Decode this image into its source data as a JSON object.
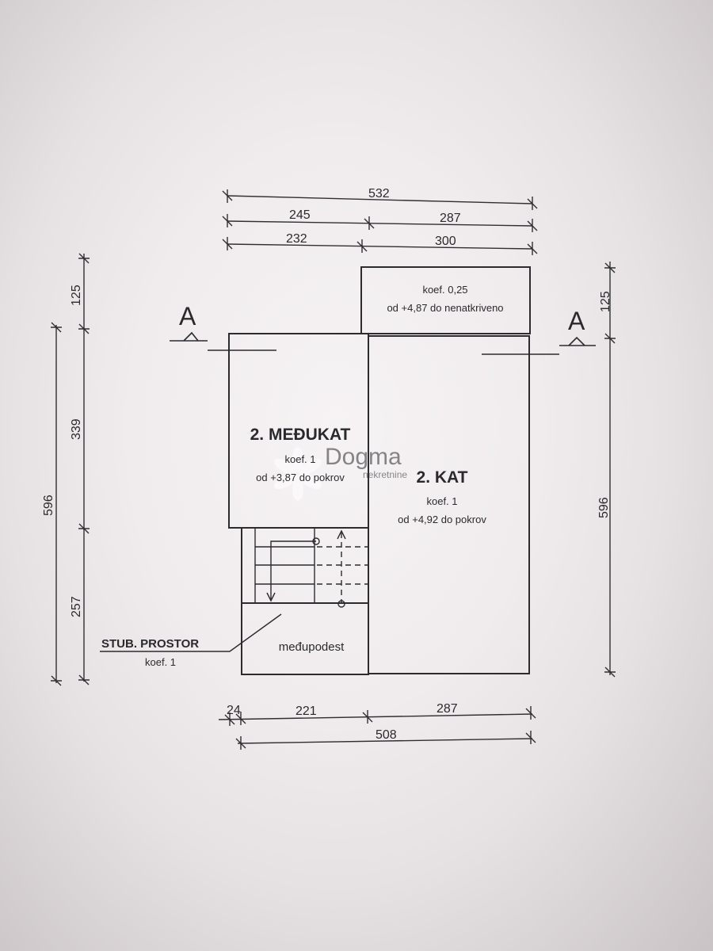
{
  "dimensions": {
    "top_total": "532",
    "top_row2": [
      "245",
      "287"
    ],
    "top_row3": [
      "232",
      "300"
    ],
    "left_total": "596",
    "left_segments": [
      "125",
      "339",
      "257"
    ],
    "right_total": "596",
    "right_segment": "125",
    "bottom_row1": [
      "24",
      "221",
      "287"
    ],
    "bottom_total": "508"
  },
  "section_markers": {
    "left": "A",
    "right": "A"
  },
  "rooms": {
    "terrace": {
      "coef": "koef. 0,25",
      "level": "od +4,87 do nenatkriveno"
    },
    "mezzanine": {
      "title": "2. MEĐUKAT",
      "coef": "koef. 1",
      "level": "od +3,87 do pokrov"
    },
    "floor2": {
      "title": "2. KAT",
      "coef": "koef. 1",
      "level": "od +4,92 do pokrov"
    },
    "landing": {
      "title": "međupodest"
    }
  },
  "stair_label": {
    "title": "STUB. PROSTOR",
    "coef": "koef. 1"
  },
  "watermark": {
    "brand": "Dogma",
    "sub": "nekretnine"
  }
}
